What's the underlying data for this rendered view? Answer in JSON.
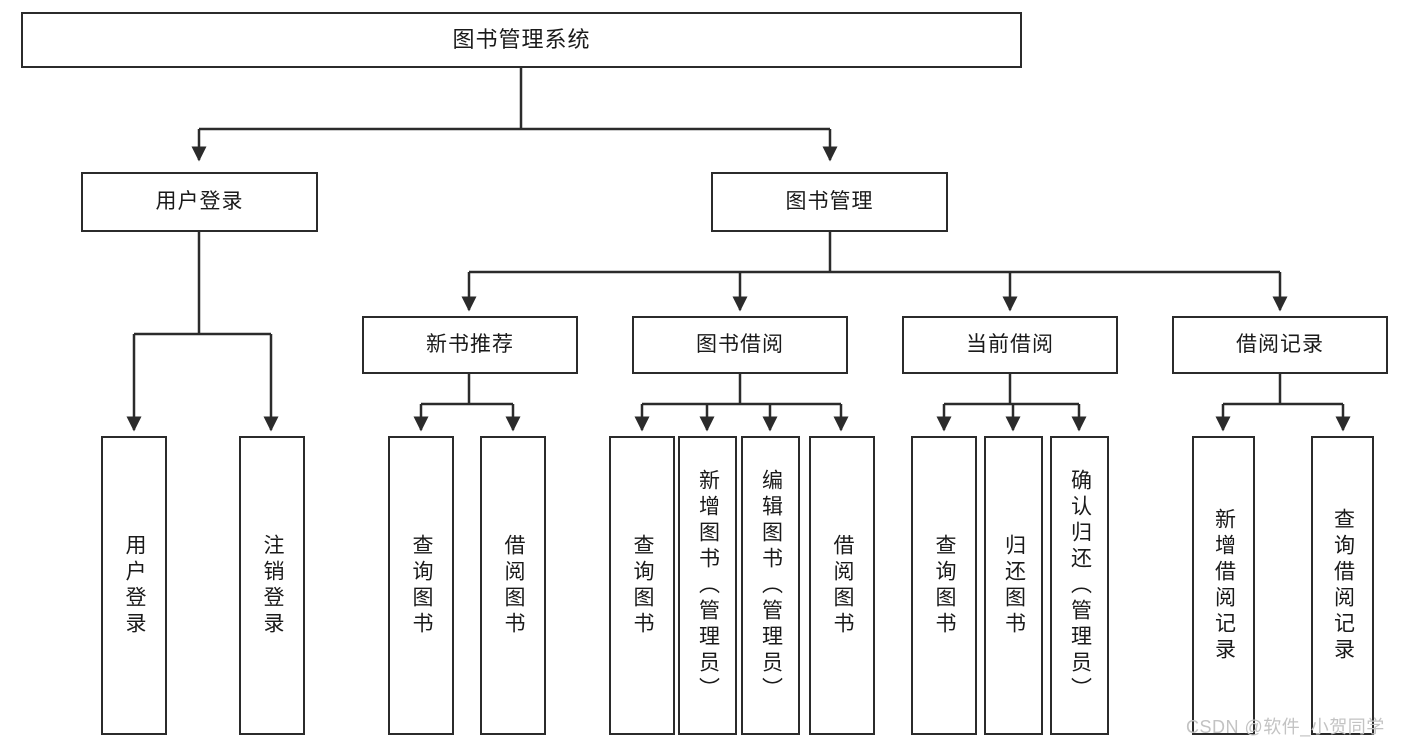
{
  "diagram": {
    "type": "hierarchy-tree",
    "title": "图书管理系统",
    "watermark": "CSDN @软件_小贺同学",
    "colors": {
      "stroke": "#2b2b2b",
      "fill": "#ffffff",
      "text": "#1a1a1a",
      "watermark": "#c3c3c3"
    },
    "levels": {
      "level1": [
        "图书管理系统"
      ],
      "level2": [
        "用户登录",
        "图书管理"
      ],
      "level3": [
        "新书推荐",
        "图书借阅",
        "当前借阅",
        "借阅记录"
      ]
    },
    "nodes": {
      "root": {
        "label": "图书管理系统"
      },
      "user_login": {
        "label": "用户登录"
      },
      "book_manage": {
        "label": "图书管理"
      },
      "new_book_rec": {
        "label": "新书推荐"
      },
      "book_borrow": {
        "label": "图书借阅"
      },
      "current_borrow": {
        "label": "当前借阅"
      },
      "borrow_record": {
        "label": "借阅记录"
      }
    },
    "leaves": {
      "user_login": [
        {
          "label": "用户登录"
        },
        {
          "label": "注销登录"
        }
      ],
      "new_book_rec": [
        {
          "label": "查询图书"
        },
        {
          "label": "借阅图书"
        }
      ],
      "book_borrow": [
        {
          "label": "查询图书"
        },
        {
          "label": "新增图书（管理员）"
        },
        {
          "label": "编辑图书（管理员）"
        },
        {
          "label": "借阅图书"
        }
      ],
      "current_borrow": [
        {
          "label": "查询图书"
        },
        {
          "label": "归还图书"
        },
        {
          "label": "确认归还（管理员）"
        }
      ],
      "borrow_record": [
        {
          "label": "新增借阅记录"
        },
        {
          "label": "查询借阅记录"
        }
      ]
    }
  }
}
